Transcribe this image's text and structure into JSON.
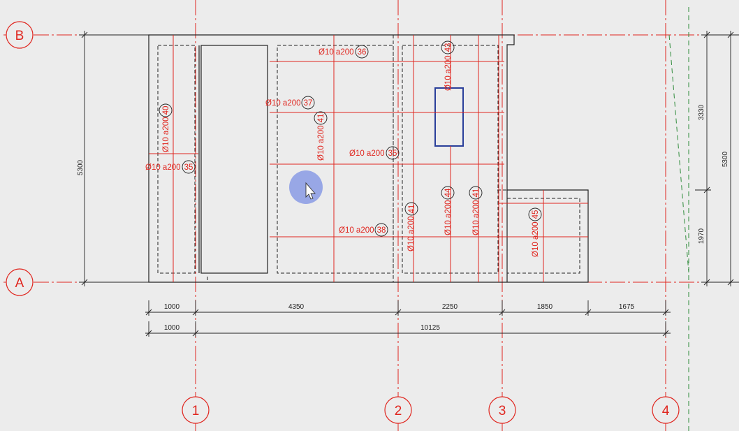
{
  "axes": {
    "rows": [
      "B",
      "A"
    ],
    "columns": [
      "1",
      "2",
      "3",
      "4"
    ]
  },
  "dimensions": {
    "row1": [
      "1000",
      "4350",
      "2250",
      "1850",
      "1675"
    ],
    "row2": [
      "1000",
      "10125"
    ],
    "left_height": "5300",
    "right_upper": "3330",
    "right_lower": "1970",
    "right_total": "5300"
  },
  "rebar_labels": {
    "h36": {
      "text": "Ø10 a200",
      "num": "36"
    },
    "h37": {
      "text": "Ø10 a200",
      "num": "37"
    },
    "h35a": {
      "text": "Ø10 a200",
      "num": "35"
    },
    "h35b": {
      "text": "Ø10 a200",
      "num": "35"
    },
    "h38": {
      "text": "Ø10 a200",
      "num": "38"
    },
    "v40": {
      "text": "Ø10 a200",
      "num": "40"
    },
    "v41a": {
      "text": "Ø10 a200",
      "num": "41"
    },
    "v41b": {
      "text": "Ø10 a200",
      "num": "41"
    },
    "v41c": {
      "text": "Ø10 a200",
      "num": "41"
    },
    "v43": {
      "text": "Ø10 a200",
      "num": "43"
    },
    "v44": {
      "text": "Ø10 a200",
      "num": "44"
    },
    "v45": {
      "text": "Ø10 a200",
      "num": "45"
    }
  },
  "colors": {
    "axis": "#e0261f",
    "rebar": "#e0261f",
    "wall": "#222222",
    "opening": "#2a3f9a",
    "cursor_highlight": "#8fa0e6",
    "background": "#ececec"
  }
}
